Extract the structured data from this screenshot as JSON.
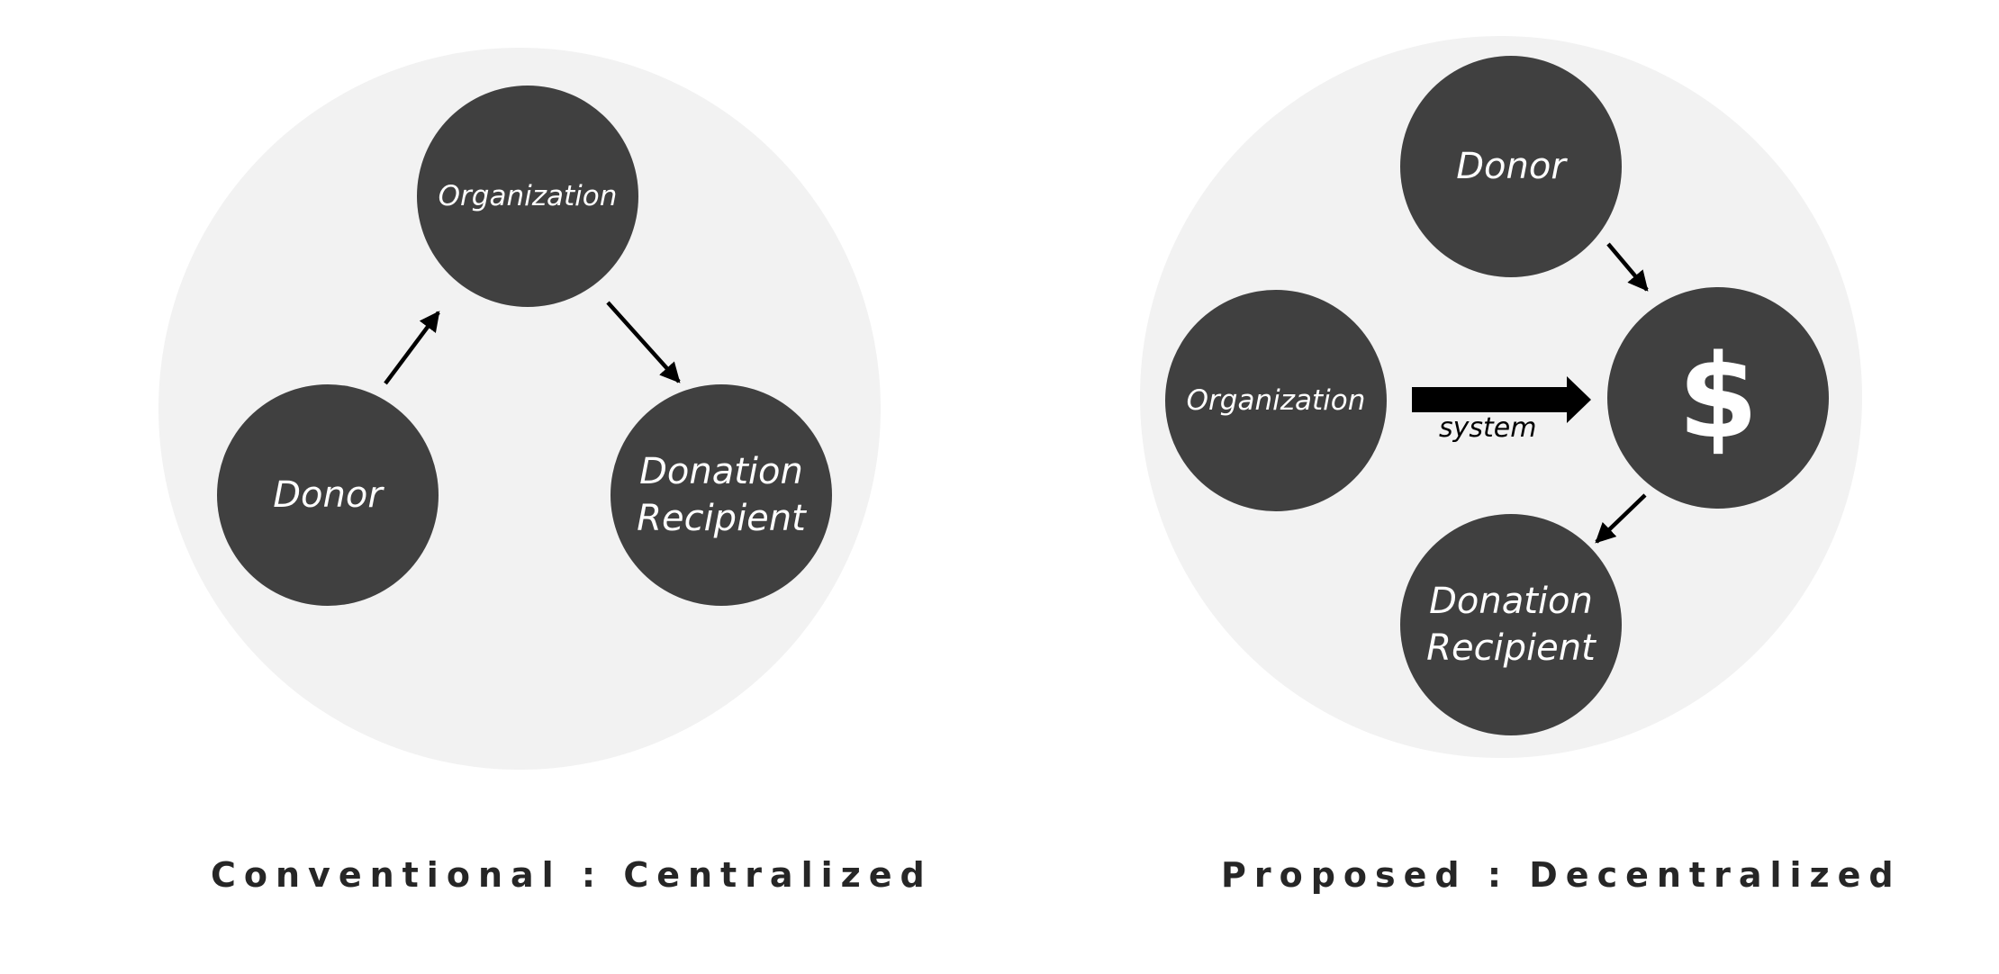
{
  "conventional": {
    "nodes": {
      "organization": "Organization",
      "donor": "Donor",
      "recipient_line1": "Donation",
      "recipient_line2": "Recipient"
    },
    "caption": "Conventional : Centralized"
  },
  "proposed": {
    "nodes": {
      "donor": "Donor",
      "organization": "Organization",
      "dollar": "$",
      "recipient_line1": "Donation",
      "recipient_line2": "Recipient"
    },
    "system_label": "system",
    "caption": "Proposed : Decentralized"
  },
  "colors": {
    "node": "#404040",
    "background_circle": "#f2f2f2",
    "node_text": "#ffffff",
    "caption": "#262626"
  }
}
